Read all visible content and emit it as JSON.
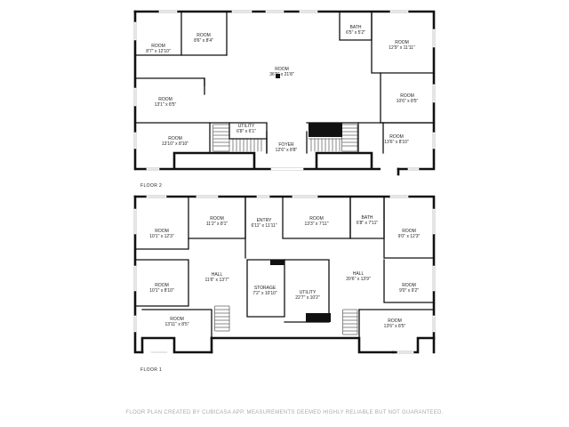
{
  "floors": [
    {
      "id": "floor2",
      "label": "FLOOR 2",
      "rooms": [
        {
          "name": "ROOM",
          "dims": "8'7\" x 12'10\""
        },
        {
          "name": "ROOM",
          "dims": "8'6\" x 8'4\""
        },
        {
          "name": "ROOM",
          "dims": "36'0\" x 21'8\""
        },
        {
          "name": "BATH",
          "dims": "6'5\" x 5'2\""
        },
        {
          "name": "ROOM",
          "dims": "12'9\" x 11'11\""
        },
        {
          "name": "ROOM",
          "dims": "13'1\" x 8'5\""
        },
        {
          "name": "ROOM",
          "dims": "10'6\" x 8'5\""
        },
        {
          "name": "UTILITY",
          "dims": "6'8\" x 6'1\""
        },
        {
          "name": "ROOM",
          "dims": "13'10\" x 8'10\""
        },
        {
          "name": "FOYER",
          "dims": "12'6\" x 8'8\""
        },
        {
          "name": "ROOM",
          "dims": "13'6\" x 8'10\""
        }
      ]
    },
    {
      "id": "floor1",
      "label": "FLOOR 1",
      "rooms": [
        {
          "name": "ROOM",
          "dims": "10'1\" x 12'3\""
        },
        {
          "name": "ROOM",
          "dims": "11'2\" x 8'1\""
        },
        {
          "name": "ENTRY",
          "dims": "6'11\" x 11'11\""
        },
        {
          "name": "ROOM",
          "dims": "13'3\" x 7'11\""
        },
        {
          "name": "BATH",
          "dims": "6'8\" x 7'11\""
        },
        {
          "name": "ROOM",
          "dims": "9'0\" x 12'3\""
        },
        {
          "name": "HALL",
          "dims": "11'6\" x 13'7\""
        },
        {
          "name": "HALL",
          "dims": "20'6\" x 13'9\""
        },
        {
          "name": "ROOM",
          "dims": "10'1\" x 8'10\""
        },
        {
          "name": "STORAGE",
          "dims": "7'2\" x 10'10\""
        },
        {
          "name": "UTILITY",
          "dims": "22'7\" x 10'2\""
        },
        {
          "name": "ROOM",
          "dims": "9'0\" x 9'2\""
        },
        {
          "name": "ROOM",
          "dims": "13'11\" x 8'5\""
        },
        {
          "name": "ROOM",
          "dims": "13'6\" x 8'5\""
        }
      ]
    }
  ],
  "footer": "FLOOR PLAN CREATED BY CUBICASA APP. MEASUREMENTS DEEMED HIGHLY RELIABLE BUT NOT GUARANTEED."
}
